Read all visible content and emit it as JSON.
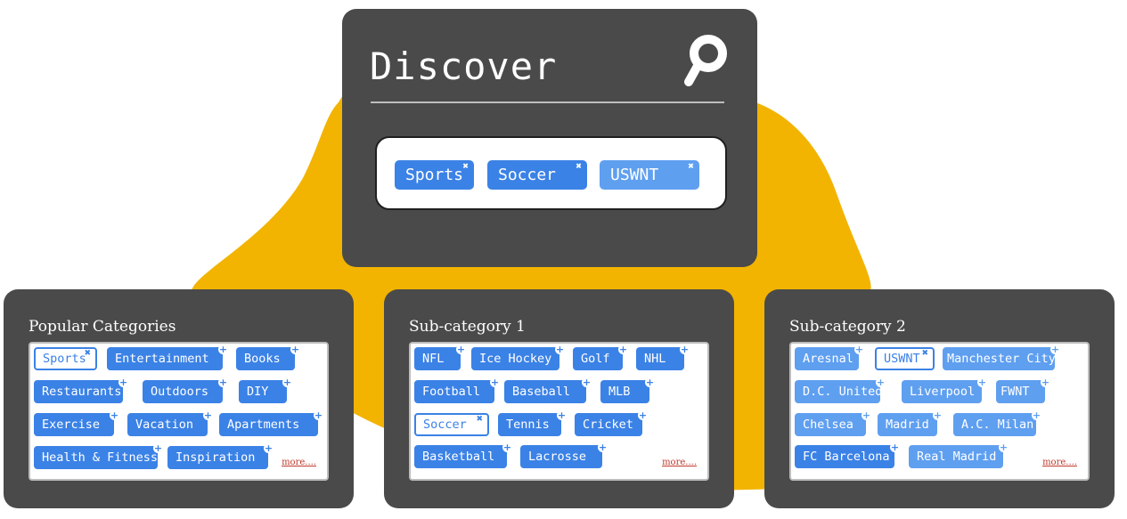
{
  "discover": {
    "title": "Discover",
    "selected_tags": [
      "Sports",
      "Soccer",
      "USWNT"
    ]
  },
  "popular": {
    "title": "Popular Categories",
    "tags": [
      "Sports",
      "Entertainment",
      "Books",
      "Restaurants",
      "Outdoors",
      "DIY",
      "Exercise",
      "Vacation",
      "Apartments",
      "Health & Fitness",
      "Inspiration"
    ],
    "more": "more...."
  },
  "sub1": {
    "title": "Sub-category 1",
    "tags": [
      "NFL",
      "Ice Hockey",
      "Golf",
      "NHL",
      "Football",
      "Baseball",
      "MLB",
      "Soccer",
      "Tennis",
      "Cricket",
      "Basketball",
      "Lacrosse"
    ],
    "more": "more...."
  },
  "sub2": {
    "title": "Sub-category 2",
    "tags": [
      "Aresnal",
      "USWNT",
      "Manchester City",
      "D.C. United",
      "Liverpool",
      "FWNT",
      "Chelsea",
      "Madrid",
      "A.C. Milan",
      "FC Barcelona",
      "Real Madrid"
    ],
    "more": "more...."
  },
  "colors": {
    "panel": "#4a4a4a",
    "accent": "#f2b400",
    "tag": "#3b82e6",
    "tag_light": "#5f9ff0",
    "more_link": "#c0392b"
  },
  "icons": {
    "search": "search-icon",
    "add": "plus-circle-icon",
    "remove": "close-icon"
  }
}
